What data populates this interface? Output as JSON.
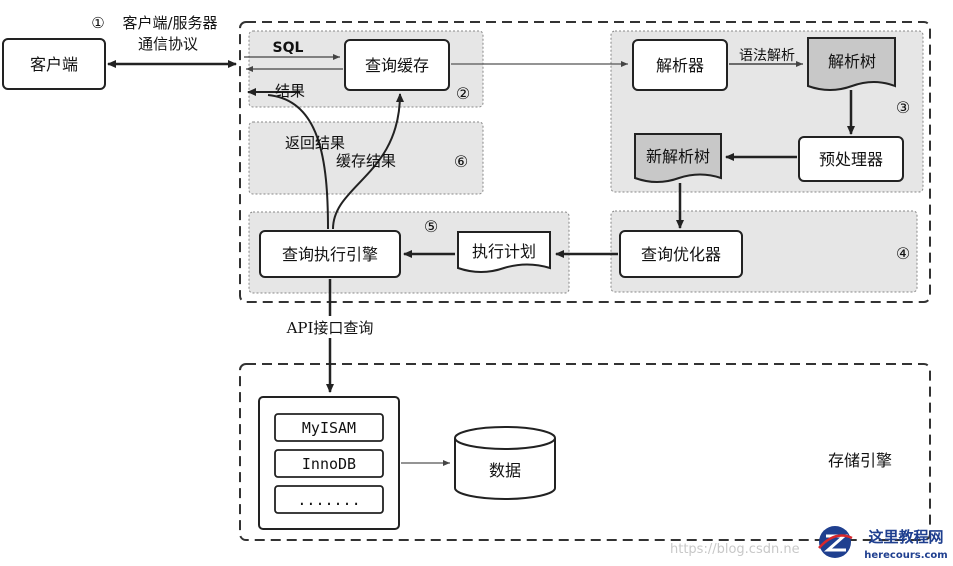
{
  "diagram": {
    "client": "客户端",
    "protocol": {
      "number": "①",
      "line1": "客户端/服务器",
      "line2": "通信协议"
    },
    "sql": "SQL",
    "result": "结果",
    "query_cache": "查询缓存",
    "marker_2": "②",
    "parser": "解析器",
    "syntax_parse": "语法解析",
    "parse_tree": "解析树",
    "marker_3": "③",
    "preprocessor": "预处理器",
    "new_parse_tree": "新解析树",
    "return_result": "返回结果",
    "cache_result": "缓存结果",
    "marker_6": "⑥",
    "marker_5": "⑤",
    "executor": "查询执行引擎",
    "exec_plan": "执行计划",
    "optimizer": "查询优化器",
    "marker_4": "④",
    "api_query": "API接口查询",
    "engines": [
      "MyISAM",
      "InnoDB",
      "......."
    ],
    "data": "数据",
    "storage_engine": "存储引擎",
    "watermark_url": "https://blog.csdn.ne",
    "logo_title": "这里教程网",
    "logo_url": "herecours.com"
  },
  "colors": {
    "region_fill": "#e6e6e6",
    "doc_fill": "#c8c8c8",
    "stroke": "#222222"
  }
}
